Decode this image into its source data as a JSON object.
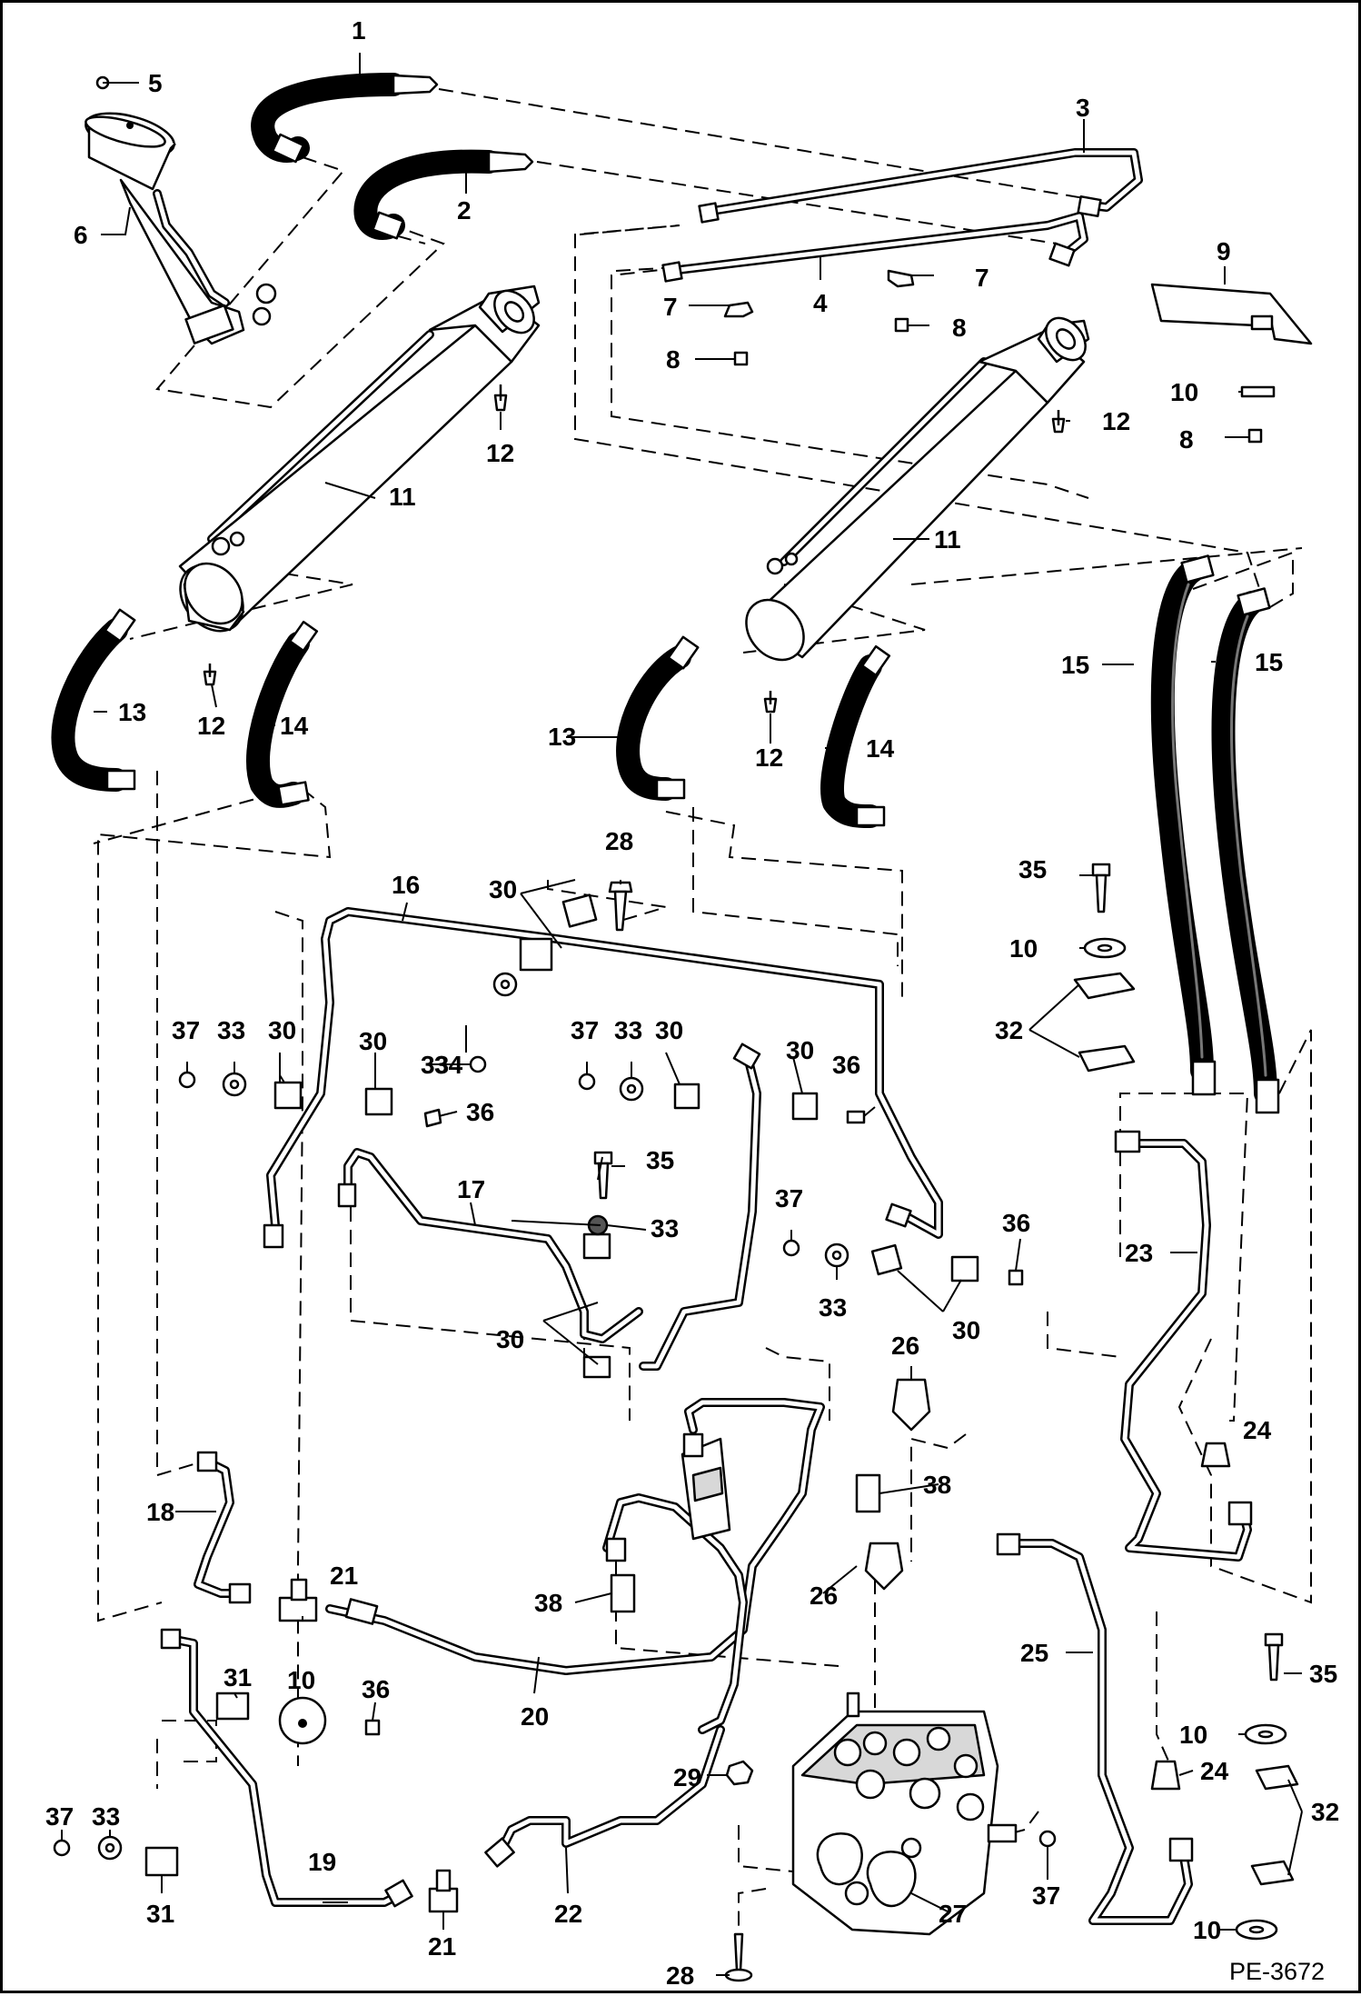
{
  "diagram": {
    "reference_code": "PE-3672",
    "callouts": {
      "c1": "1",
      "c2": "2",
      "c3": "3",
      "c4": "4",
      "c5": "5",
      "c6": "6",
      "c7a": "7",
      "c7b": "7",
      "c8a": "8",
      "c8b": "8",
      "c8c": "8",
      "c9": "9",
      "c10a": "10",
      "c10b": "10",
      "c10c": "10",
      "c10d": "10",
      "c10e": "10",
      "c11a": "11",
      "c11b": "11",
      "c12a": "12",
      "c12b": "12",
      "c12c": "12",
      "c12d": "12",
      "c13a": "13",
      "c13b": "13",
      "c14a": "14",
      "c14b": "14",
      "c15a": "15",
      "c15b": "15",
      "c16": "16",
      "c17": "17",
      "c18": "18",
      "c19": "19",
      "c20": "20",
      "c21a": "21",
      "c21b": "21",
      "c22": "22",
      "c23": "23",
      "c24a": "24",
      "c24b": "24",
      "c25": "25",
      "c26a": "26",
      "c26b": "26",
      "c27": "27",
      "c28a": "28",
      "c28b": "28",
      "c29": "29",
      "c30a": "30",
      "c30b": "30",
      "c30c": "30",
      "c30d": "30",
      "c30e": "30",
      "c30f": "30",
      "c30g": "30",
      "c31a": "31",
      "c31b": "31",
      "c32a": "32",
      "c32b": "32",
      "c33a": "33",
      "c33b": "33",
      "c33c": "33",
      "c33d": "33",
      "c33e": "33",
      "c33f": "33",
      "c34": "34",
      "c35a": "35",
      "c35b": "35",
      "c35c": "35",
      "c36a": "36",
      "c36b": "36",
      "c36c": "36",
      "c36d": "36",
      "c37a": "37",
      "c37b": "37",
      "c37c": "37",
      "c37d": "37",
      "c38a": "38",
      "c38b": "38"
    }
  }
}
